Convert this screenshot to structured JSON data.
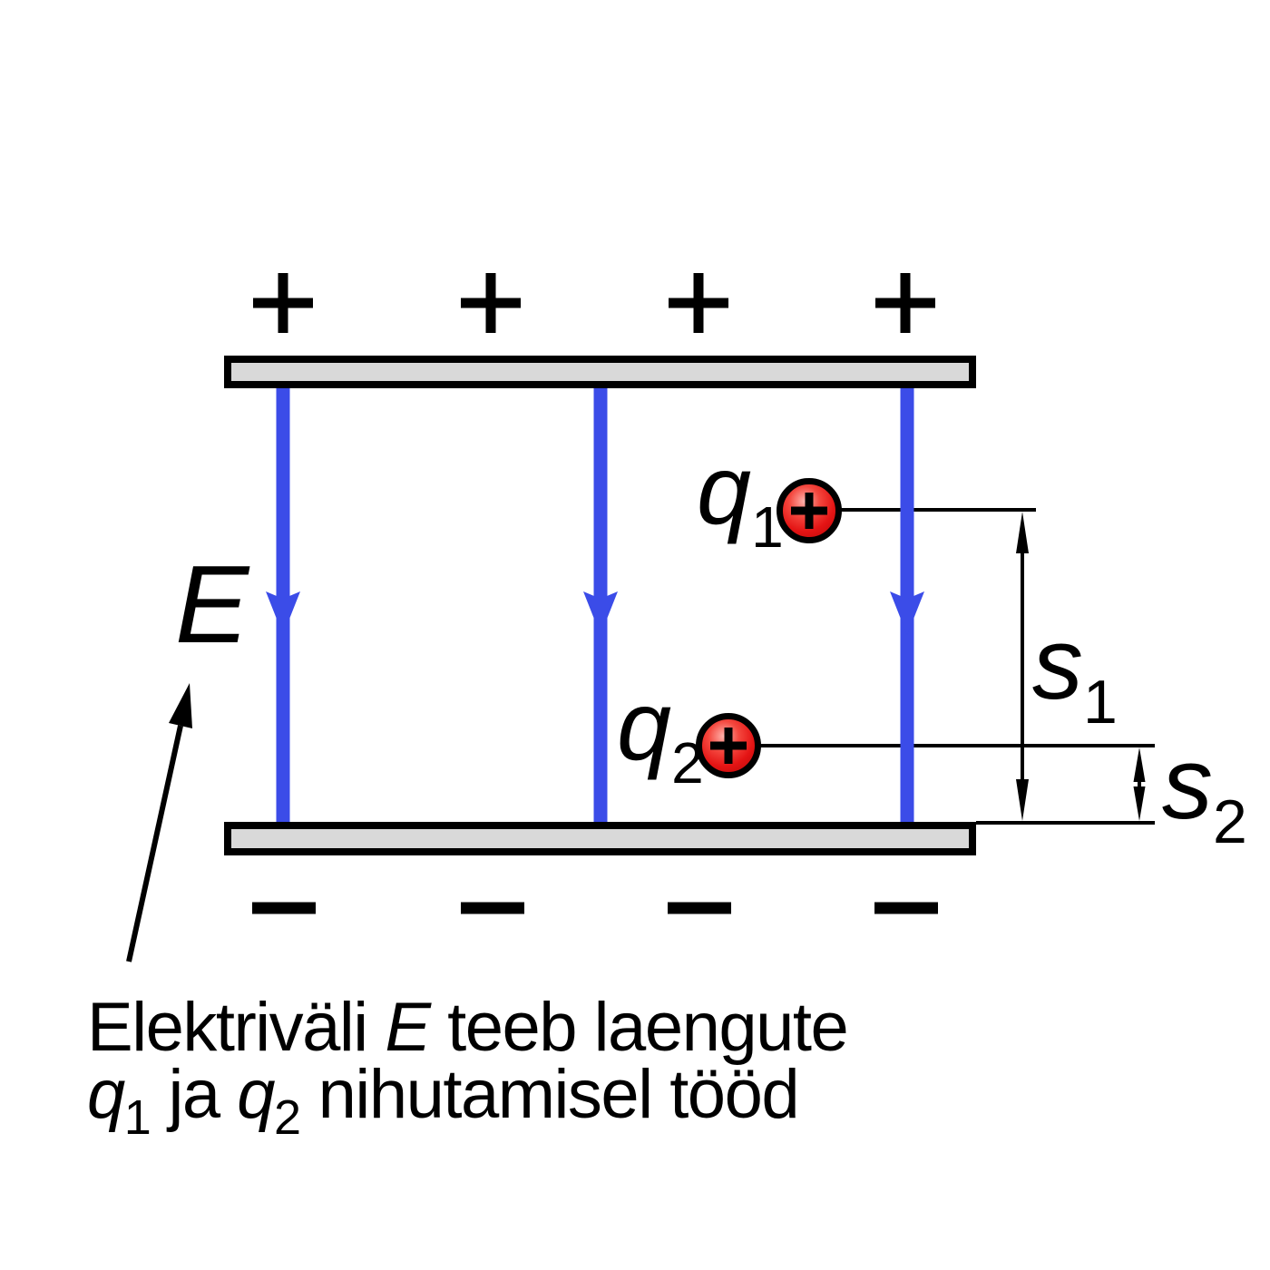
{
  "labels": {
    "field": {
      "main": "E"
    },
    "charge1": {
      "main": "q",
      "sub": "1",
      "symbol": "+"
    },
    "charge2": {
      "main": "q",
      "sub": "2",
      "symbol": "+"
    },
    "distance1": {
      "main": "s",
      "sub": "1"
    },
    "distance2": {
      "main": "s",
      "sub": "2"
    }
  },
  "plates": {
    "top": {
      "sign": "+",
      "sign_count": 4
    },
    "bottom": {
      "sign": "−",
      "sign_count": 4
    }
  },
  "field_lines": {
    "count": 3,
    "direction": "down"
  },
  "caption": {
    "line1": {
      "seg1": "Elektriväli ",
      "seg2": "E",
      "seg3": " teeb laengute"
    },
    "line2": {
      "seg1": "q",
      "seg1_sub": "1",
      "seg2": " ja ",
      "seg3": "q",
      "seg3_sub": "2",
      "seg4": " nihutamisel tööd"
    }
  },
  "colors": {
    "field_line": "#3b4ce8",
    "charge_red": "#e41414",
    "plate_fill": "#d9d9d9",
    "ink": "#000000",
    "background": "#ffffff"
  }
}
